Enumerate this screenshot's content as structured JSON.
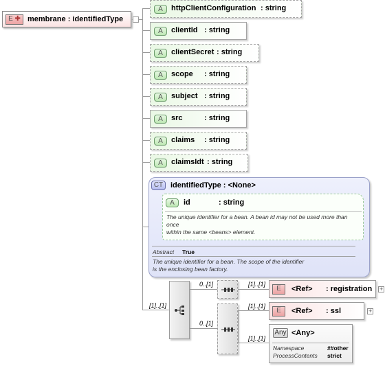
{
  "root": {
    "badge": "E",
    "label": "membrane : identifiedType"
  },
  "attributes": [
    {
      "badge": "A",
      "name": "httpClientConfiguration",
      "type": ": string"
    },
    {
      "badge": "A",
      "name": "clientId",
      "type": ": string"
    },
    {
      "badge": "A",
      "name": "clientSecret",
      "type": ": string"
    },
    {
      "badge": "A",
      "name": "scope",
      "type": ": string"
    },
    {
      "badge": "A",
      "name": "subject",
      "type": ": string"
    },
    {
      "badge": "A",
      "name": "src",
      "type": ": string"
    },
    {
      "badge": "A",
      "name": "claims",
      "type": ": string"
    },
    {
      "badge": "A",
      "name": "claimsIdt",
      "type": ": string"
    }
  ],
  "complex_type": {
    "badge": "CT",
    "title": "identifiedType : <None>",
    "id_attr": {
      "badge": "A",
      "name": "id",
      "type": ": string"
    },
    "id_doc_line1": "The unique identifier for a bean. A bean id may not be used more than",
    "id_doc_line2": "once",
    "id_doc_line3": "within the same <beans> element.",
    "abstract_label": "Abstract",
    "abstract_value": "True",
    "type_doc_line1": "The unique identifier for a bean. The scope of the identifier",
    "type_doc_line2": "is the enclosing bean factory."
  },
  "sequence": {
    "outer_card": "[1]..[1]",
    "card_top": "0..[1]",
    "card_bottom": "0..[1]",
    "registration": {
      "card": "[1]..[1]",
      "badge": "E",
      "ref": "<Ref>",
      "name": ": registration"
    },
    "ssl": {
      "card": "[1]..[1]",
      "badge": "E",
      "ref": "<Ref>",
      "name": ": ssl"
    },
    "any": {
      "card": "[1]..[1]",
      "badge": "Any",
      "title": "<Any>",
      "namespace_label": "Namespace",
      "namespace_value": "##other",
      "process_label": "ProcessContents",
      "process_value": "strict"
    }
  }
}
